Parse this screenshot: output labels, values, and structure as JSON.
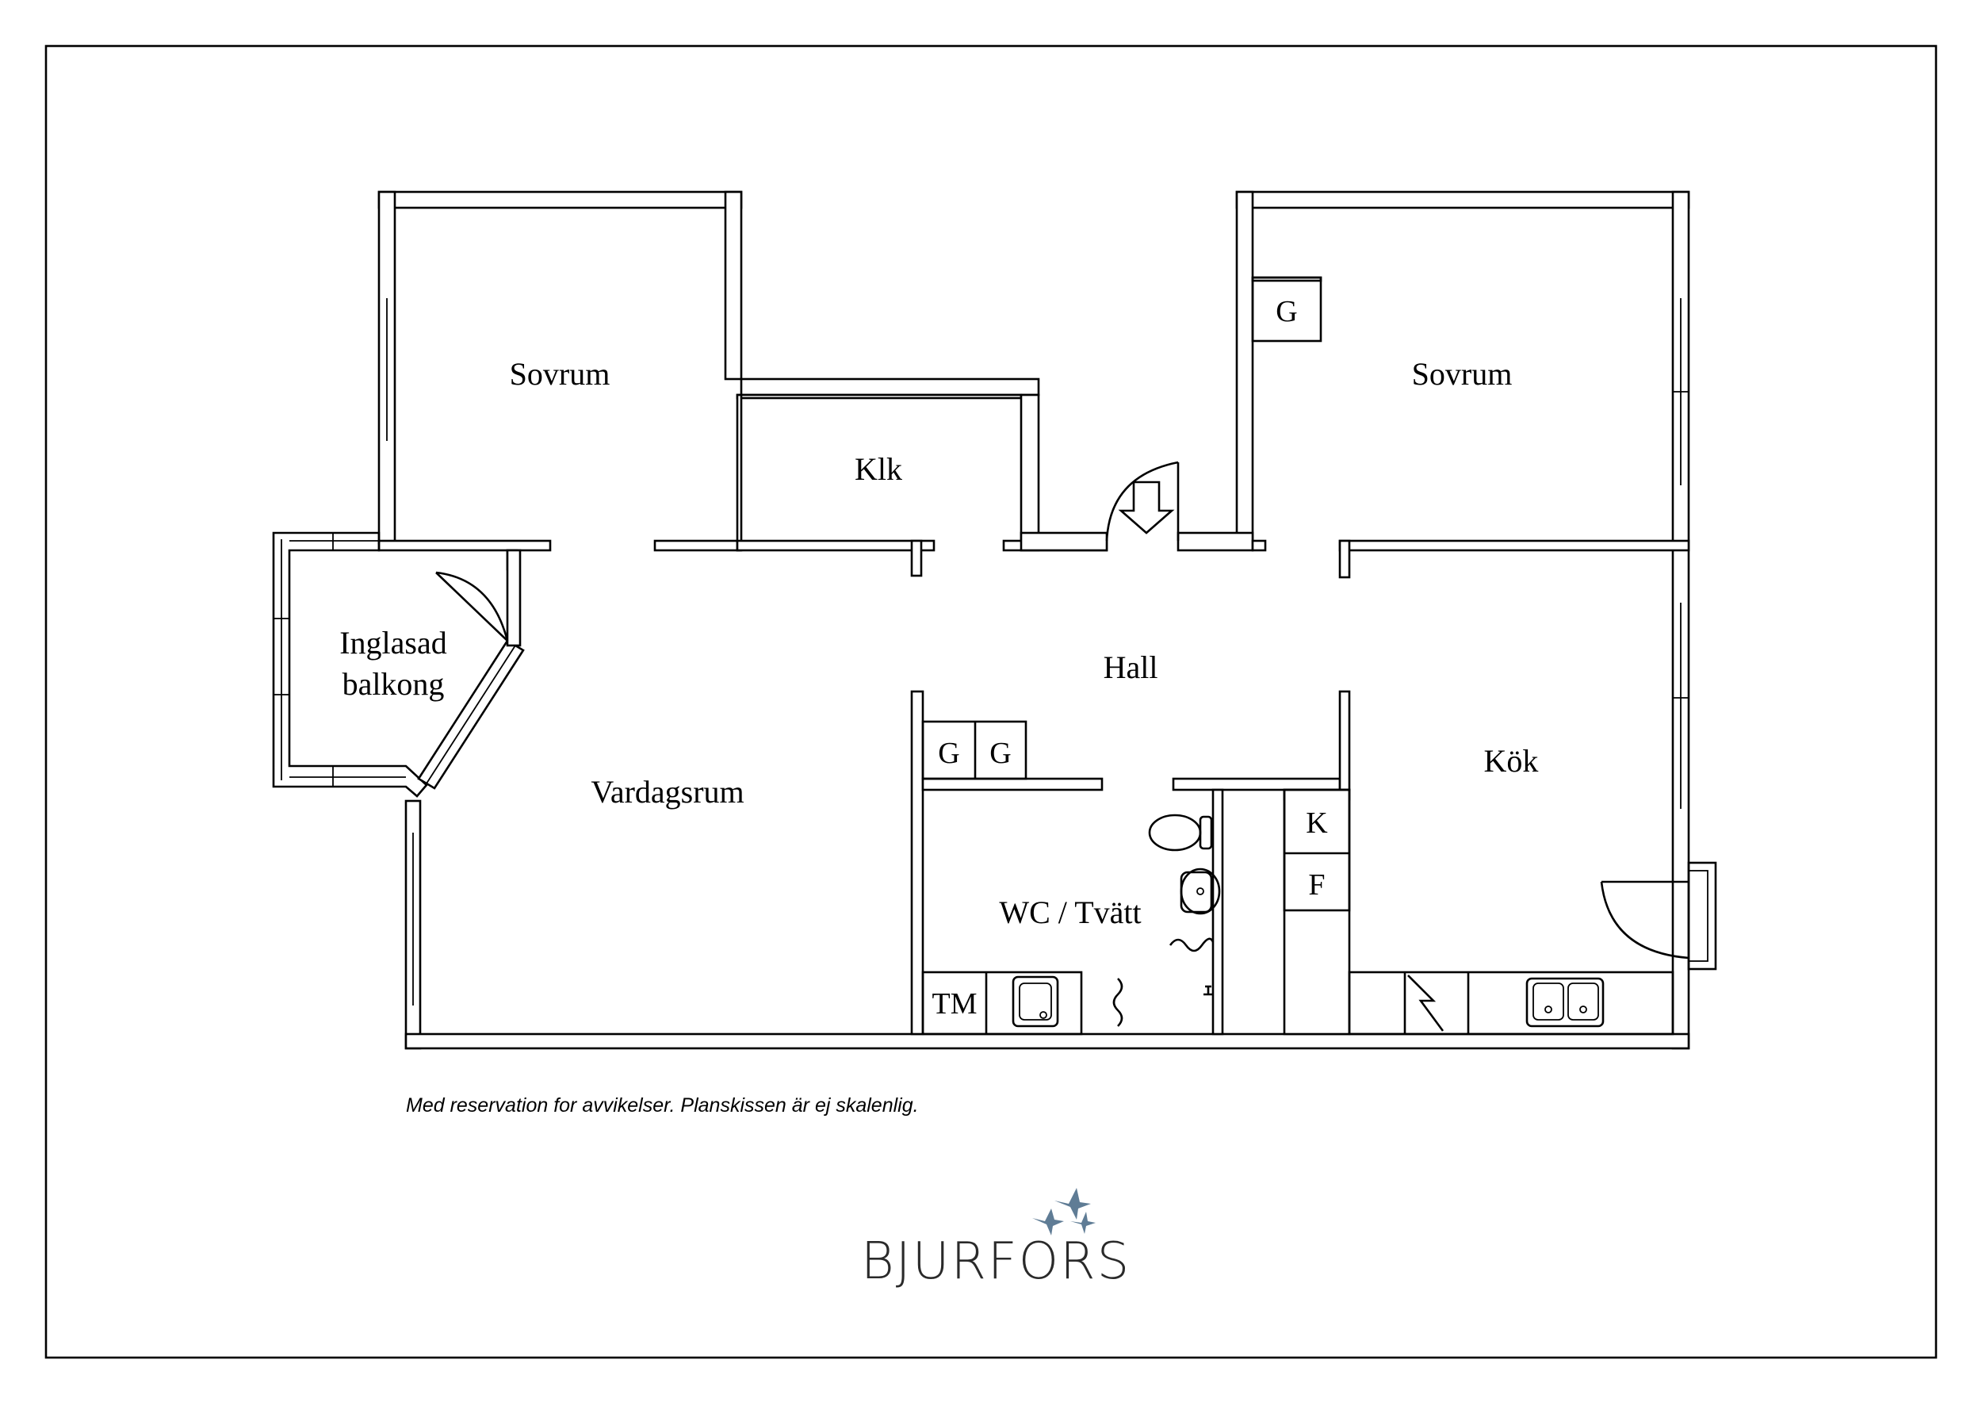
{
  "rooms": {
    "sovrum_left": "Sovrum",
    "klk": "Klk",
    "sovrum_right": "Sovrum",
    "hall": "Hall",
    "inglasad_line1": "Inglasad",
    "inglasad_line2": "balkong",
    "vardagsrum": "Vardagsrum",
    "kok": "Kök",
    "wc": "WC / Tvätt"
  },
  "fixtures": {
    "g_bedroom": "G",
    "g_hall_1": "G",
    "g_hall_2": "G",
    "k": "K",
    "f": "F",
    "tm": "TM"
  },
  "disclaimer": "Med reservation for avvikelser. Planskissen är ej skalenlig.",
  "brand": "BJURFORS",
  "colors": {
    "line": "#000000",
    "brand_text": "#2a2a2a",
    "logo_birds": "#5f7c95"
  }
}
